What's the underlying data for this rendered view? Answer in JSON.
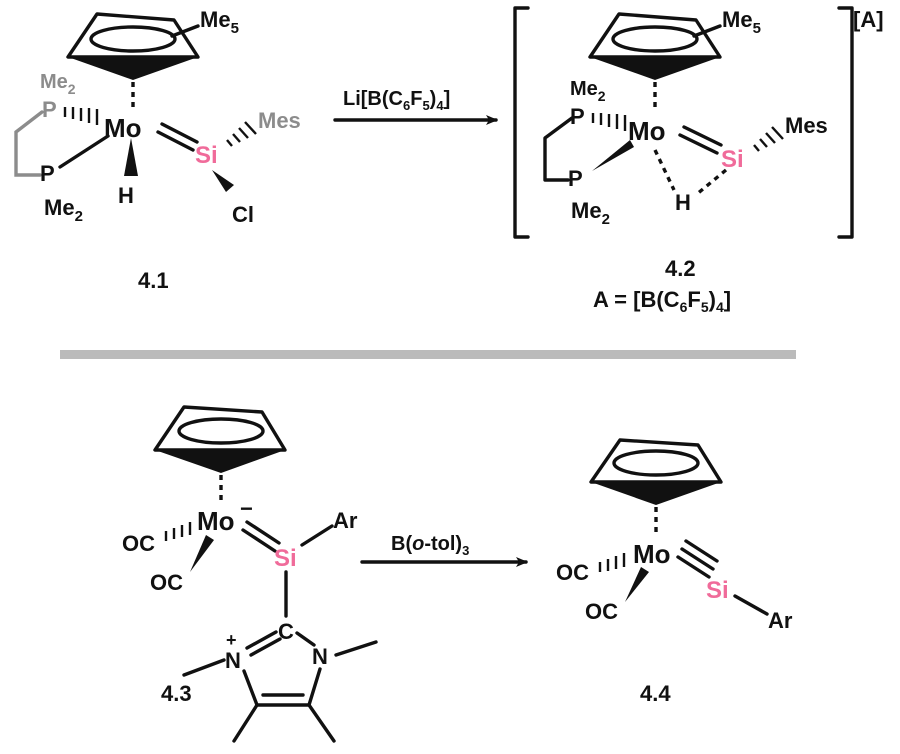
{
  "colors": {
    "text": "#111111",
    "gray_atoms": "#8c8c8c",
    "silicon": "#f06b9a",
    "divider": "#bbbbbb"
  },
  "labels": {
    "me5": "Me",
    "me5_sub": "5",
    "me2": "Me",
    "me2_sub": "2",
    "p": "P",
    "mo": "Mo",
    "si": "Si",
    "mes": "Mes",
    "h": "H",
    "cl": "Cl",
    "ar": "Ar",
    "oc": "OC",
    "c": "C",
    "n": "N",
    "plus": "+",
    "minus": "−",
    "anion_tag": "[A]"
  },
  "reagent_top": {
    "pre": "Li[B(C",
    "sub1": "6",
    "mid": "F",
    "sub2": "5",
    "close": ")",
    "sub3": "4",
    "end": "]"
  },
  "reagent_bottom": {
    "pre": "B(",
    "italic": "o",
    "rest": "-tol)",
    "sub": "3"
  },
  "compounds": {
    "c41": "4.1",
    "c42": "4.2",
    "c42_note": {
      "pre": "A = [B(C",
      "sub1": "6",
      "mid": "F",
      "sub2": "5",
      "close": ")",
      "sub3": "4",
      "end": "]"
    },
    "c43": "4.3",
    "c44": "4.4"
  }
}
